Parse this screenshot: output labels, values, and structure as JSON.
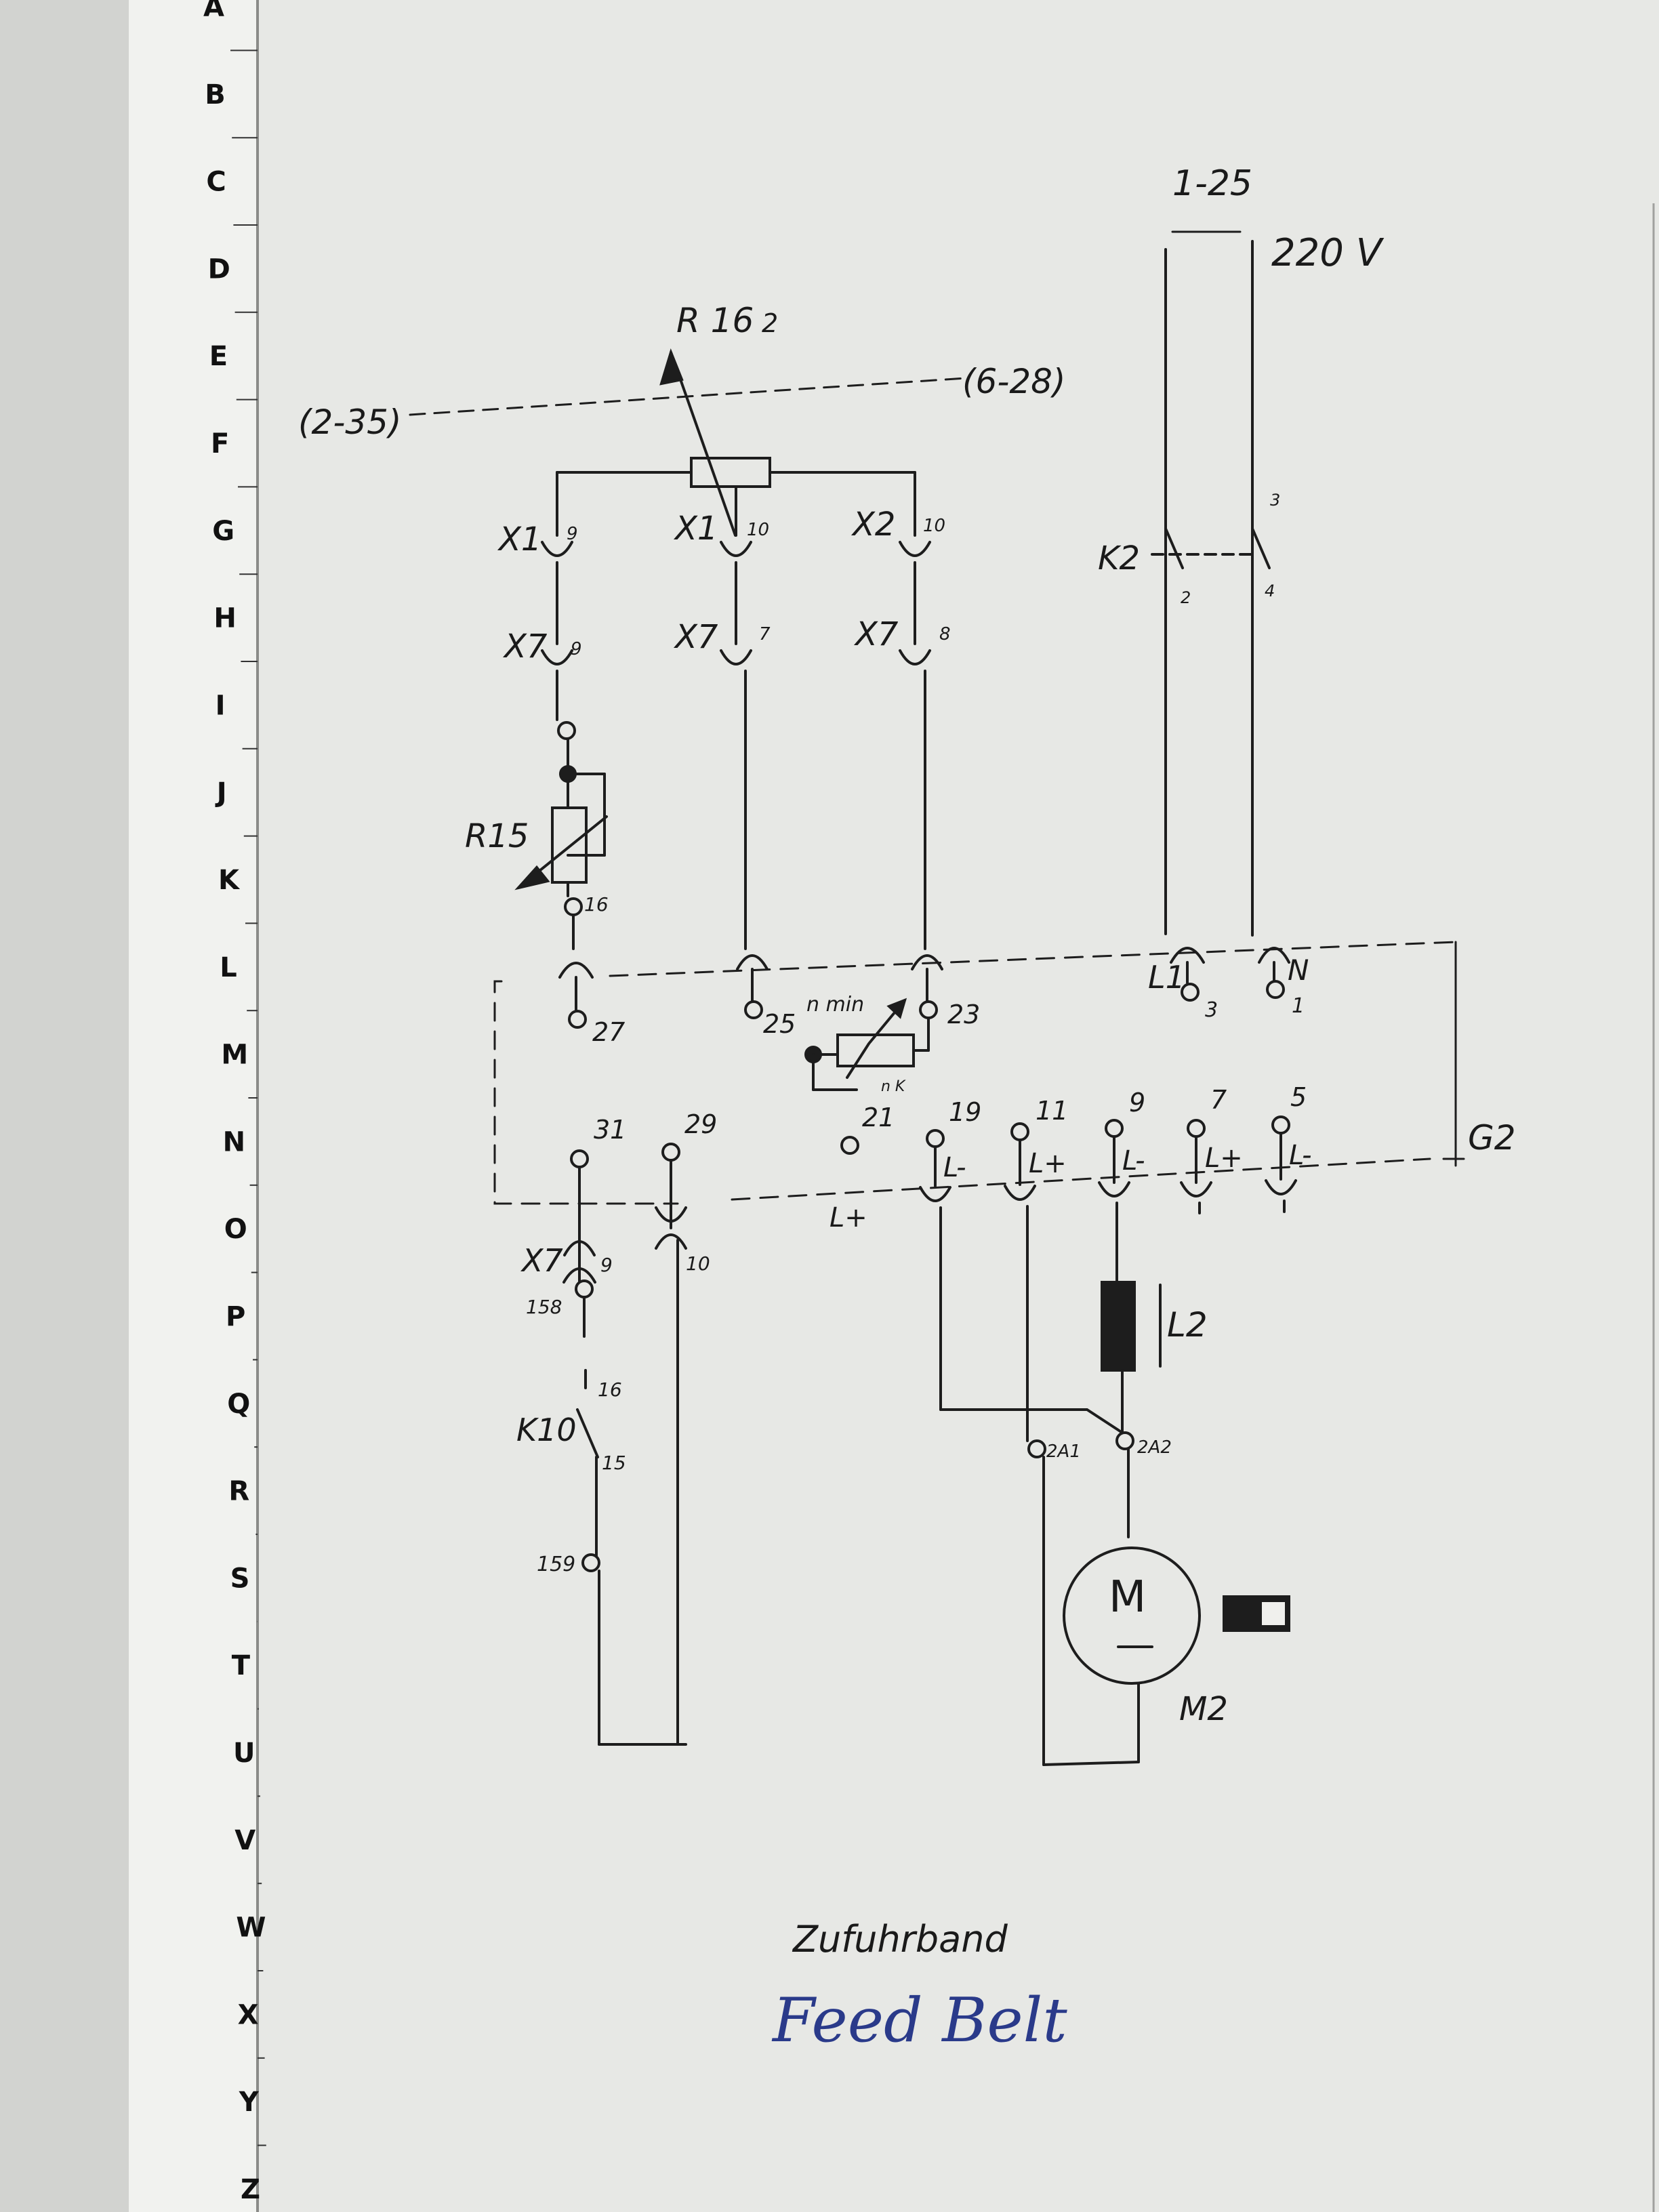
{
  "index_letters": [
    "A",
    "B",
    "C",
    "D",
    "E",
    "F",
    "G",
    "H",
    "I",
    "J",
    "K",
    "L",
    "M",
    "N",
    "O",
    "P",
    "Q",
    "R",
    "S",
    "T",
    "U",
    "V",
    "W",
    "X",
    "Y",
    "Z"
  ],
  "labels": {
    "ref_top": "1-25",
    "voltage": "220 V",
    "r16": "R 16",
    "r16_sub": "2",
    "ref_left": "(2-35)",
    "ref_right": "(6-28)",
    "x1a": "X1",
    "x1a_pin": "9",
    "x1b": "X1",
    "x1b_pin": "10",
    "x2": "X2",
    "x2_pin": "10",
    "x7a": "X7",
    "x7a_pin": "9",
    "x7b": "X7",
    "x7b_pin": "7",
    "x7c": "X7",
    "x7c_pin": "8",
    "k2": "K2",
    "k2_pin2": "2",
    "k2_pin3": "3",
    "k2_pin4": "4",
    "r15": "R15",
    "r15_pin": "16",
    "l1": "L1",
    "l1_pin": "3",
    "n": "N",
    "n_pin": "1",
    "t27": "27",
    "t25": "25",
    "t23": "23",
    "nmin": "n min",
    "nk": "n K",
    "t31": "31",
    "t29": "29",
    "t21": "21",
    "t19": "19",
    "t11": "11",
    "t9": "9",
    "t7": "7",
    "t5": "5",
    "lminus1": "L-",
    "lplus1": "L+",
    "lminus2": "L-",
    "lplus2": "L+",
    "lminus3": "L-",
    "lplus_bus": "L+",
    "g2": "G2",
    "x7d": "X7",
    "x7d_pin": "9",
    "t158": "158",
    "t10": "10",
    "l2": "L2",
    "k10": "K10",
    "k10_pin16": "16",
    "k10_pin15": "15",
    "t159": "159",
    "a1": "2A1",
    "a2": "2A2",
    "motor_m": "M",
    "m2": "M2",
    "caption": "Zufuhrband",
    "handwritten": "Feed Belt"
  }
}
